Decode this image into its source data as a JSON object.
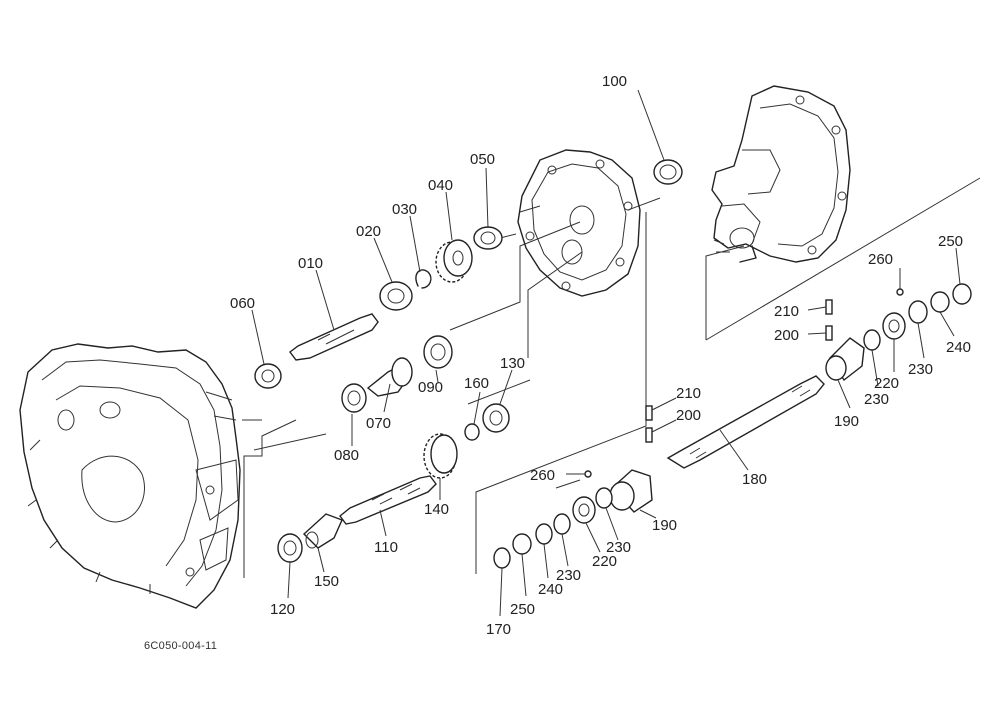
{
  "diagram": {
    "drawing_code": "6C050-004-11",
    "callouts": [
      {
        "id": "c100a",
        "label": "100"
      },
      {
        "id": "c050",
        "label": "050"
      },
      {
        "id": "c040",
        "label": "040"
      },
      {
        "id": "c030",
        "label": "030"
      },
      {
        "id": "c020",
        "label": "020"
      },
      {
        "id": "c010",
        "label": "010"
      },
      {
        "id": "c060",
        "label": "060"
      },
      {
        "id": "c090",
        "label": "090"
      },
      {
        "id": "c070",
        "label": "070"
      },
      {
        "id": "c080",
        "label": "080"
      },
      {
        "id": "c160",
        "label": "160"
      },
      {
        "id": "c130",
        "label": "130"
      },
      {
        "id": "c140",
        "label": "140"
      },
      {
        "id": "c110",
        "label": "110"
      },
      {
        "id": "c150",
        "label": "150"
      },
      {
        "id": "c120",
        "label": "120"
      },
      {
        "id": "c260a",
        "label": "260"
      },
      {
        "id": "c250a",
        "label": "250"
      },
      {
        "id": "c210a",
        "label": "210"
      },
      {
        "id": "c200a",
        "label": "200"
      },
      {
        "id": "c220a",
        "label": "220"
      },
      {
        "id": "c230a",
        "label": "230"
      },
      {
        "id": "c240a",
        "label": "240"
      },
      {
        "id": "c230b",
        "label": "230"
      },
      {
        "id": "c190a",
        "label": "190"
      },
      {
        "id": "c210b",
        "label": "210"
      },
      {
        "id": "c200b",
        "label": "200"
      },
      {
        "id": "c180",
        "label": "180"
      },
      {
        "id": "c260b",
        "label": "260"
      },
      {
        "id": "c190b",
        "label": "190"
      },
      {
        "id": "c230c",
        "label": "230"
      },
      {
        "id": "c220b",
        "label": "220"
      },
      {
        "id": "c230d",
        "label": "230"
      },
      {
        "id": "c240b",
        "label": "240"
      },
      {
        "id": "c250b",
        "label": "250"
      },
      {
        "id": "c170",
        "label": "170"
      }
    ]
  }
}
